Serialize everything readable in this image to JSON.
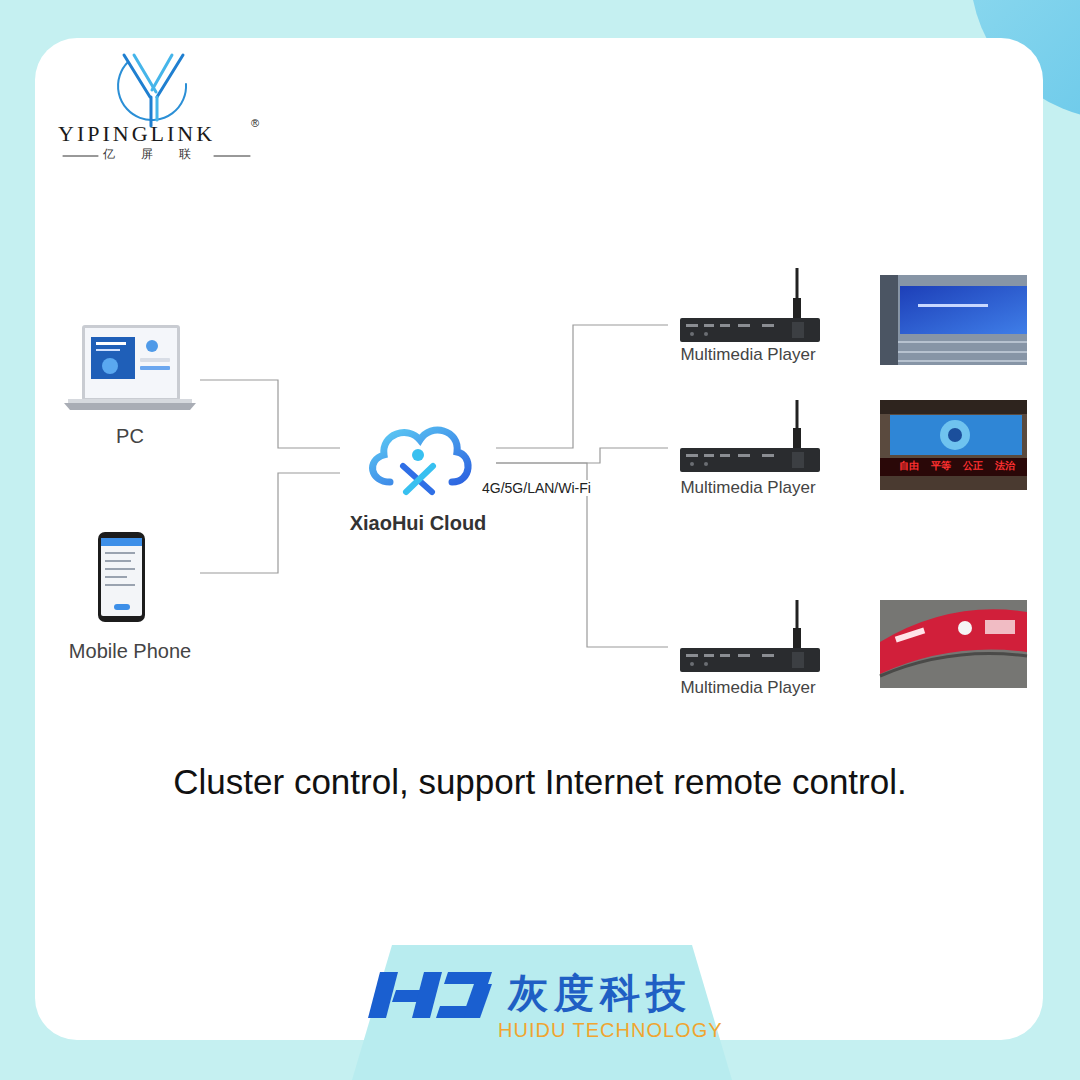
{
  "diagram": {
    "caption": "Cluster control, support Internet remote control.",
    "nodes": [
      {
        "text": [
          "PC"
        ]
      },
      {
        "text": [
          "Mobile Phone"
        ]
      },
      {
        "text": [
          "XiaoHui Cloud"
        ]
      },
      {
        "text": [
          "Multimedia Player"
        ]
      },
      {
        "text": [
          "Multimedia Player"
        ]
      },
      {
        "text": [
          "Multimedia Player"
        ]
      }
    ],
    "edges": [
      {
        "from": 0,
        "to": 2,
        "arrow": "none"
      },
      {
        "from": 1,
        "to": 2,
        "arrow": "none"
      },
      {
        "from": 2,
        "to": 3,
        "arrow": "none"
      },
      {
        "from": 2,
        "to": 4,
        "label": "4G/5G/LAN/Wi-Fi",
        "arrow": "none"
      },
      {
        "from": 2,
        "to": 5,
        "arrow": "none"
      }
    ],
    "labels": [
      "YIPINGLINK",
      "®",
      "亿 屏 联",
      "自由",
      "平等",
      "公正",
      "法治",
      "灰度科技",
      "HUIDU TECHNOLOGY"
    ]
  }
}
